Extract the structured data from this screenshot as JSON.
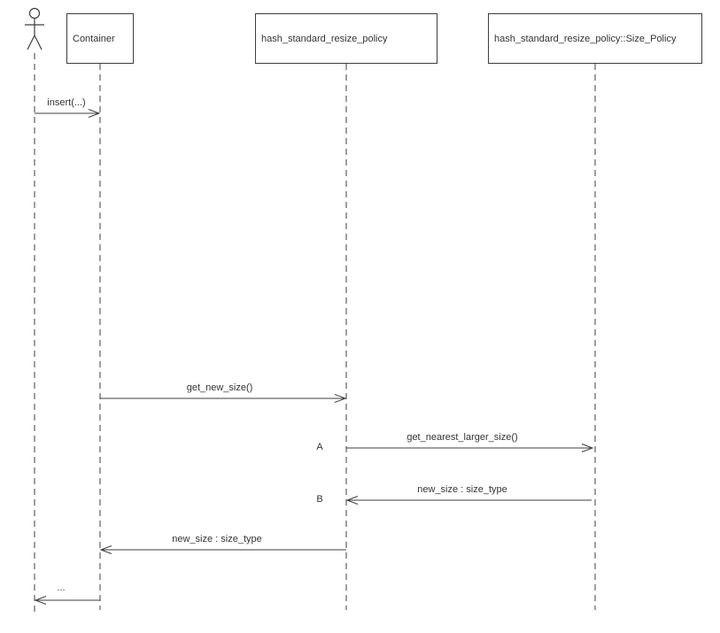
{
  "diagram": {
    "kind": "uml-sequence-diagram",
    "colors": {
      "background": "#ffffff",
      "line": "#3d3d3d",
      "text": "#333333",
      "box_fill": "#ffffff"
    },
    "participants": [
      {
        "id": "user",
        "type": "actor",
        "label": ""
      },
      {
        "id": "container",
        "type": "object",
        "label": "Container"
      },
      {
        "id": "resize_policy",
        "type": "object",
        "label": "hash_standard_resize_policy"
      },
      {
        "id": "size_policy",
        "type": "object",
        "label": "hash_standard_resize_policy::Size_Policy"
      }
    ],
    "messages": [
      {
        "label": "insert(...)",
        "from": "user",
        "to": "container",
        "direction": "right",
        "marker": ""
      },
      {
        "label": "get_new_size()",
        "from": "container",
        "to": "resize_policy",
        "direction": "right",
        "marker": ""
      },
      {
        "label": "get_nearest_larger_size()",
        "from": "resize_policy",
        "to": "size_policy",
        "direction": "right",
        "marker": "A"
      },
      {
        "label": "new_size : size_type",
        "from": "size_policy",
        "to": "resize_policy",
        "direction": "left",
        "marker": "B"
      },
      {
        "label": "new_size : size_type",
        "from": "resize_policy",
        "to": "container",
        "direction": "left",
        "marker": ""
      },
      {
        "label": "...",
        "from": "container",
        "to": "user",
        "direction": "left",
        "marker": ""
      }
    ]
  }
}
